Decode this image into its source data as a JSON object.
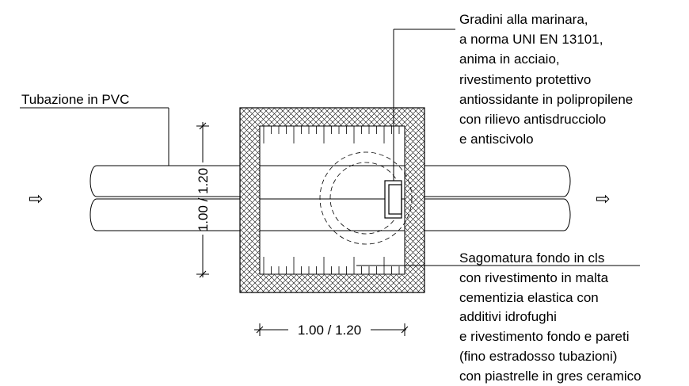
{
  "labels": {
    "pipe": "Tubazione in PVC",
    "steps": [
      "Gradini alla marinara,",
      "a norma UNI EN 13101,",
      "anima in acciaio,",
      "rivestimento protettivo",
      "antiossidante in polipropilene",
      "con rilievo antisdrucciolo",
      "e antiscivolo"
    ],
    "base": [
      "Sagomatura fondo in cls",
      "con rivestimento in malta",
      "cementizia elastica con",
      "additivi idrofughi",
      "e rivestimento fondo e pareti",
      "(fino estradosso tubazioni)",
      "con piastrelle in gres ceramico"
    ]
  },
  "dimensions": {
    "width": "1.00 / 1.20",
    "height": "1.00 / 1.20"
  },
  "flow": {
    "inlet_arrow": "⇨",
    "outlet_arrow": "⇨"
  }
}
